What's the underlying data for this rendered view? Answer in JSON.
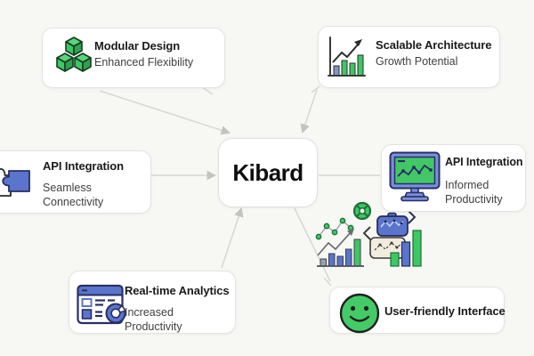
{
  "center_node": {
    "label": "Kibard"
  },
  "cards": [
    {
      "key": "modular-design",
      "title": "Modular Design",
      "subtitle": "Enhanced Flexibility",
      "icon": "cubes-icon"
    },
    {
      "key": "scalable-architecture",
      "title": "Scalable Architecture",
      "subtitle": "Growth Potential",
      "icon": "growth-bar-chart-icon"
    },
    {
      "key": "api-integration-left",
      "title": "API Integration",
      "subtitle": "Seamless Connectivity",
      "icon": "puzzle-pieces-icon"
    },
    {
      "key": "api-integration-right",
      "title": "API Integration",
      "subtitle": "Informed Productivity",
      "icon": "monitor-line-chart-icon"
    },
    {
      "key": "real-time-analytics",
      "title": "Real-time Analytics",
      "subtitle": "Increased Productivity",
      "icon": "dashboard-donut-icon"
    },
    {
      "key": "user-friendly-interface",
      "title": "User-friendly Interface",
      "subtitle": "",
      "icon": "smiley-face-icon"
    }
  ],
  "edges": [
    {
      "from": "modular-design",
      "to": "kibard",
      "arrow": true
    },
    {
      "from": "scalable-architecture",
      "to": "kibard",
      "arrow": true
    },
    {
      "from": "api-integration-left",
      "to": "kibard",
      "arrow": true
    },
    {
      "from": "kibard",
      "to": "api-integration-right",
      "arrow": false
    },
    {
      "from": "real-time-analytics",
      "to": "kibard",
      "arrow": true
    },
    {
      "from": "kibard",
      "to": "user-friendly-interface",
      "arrow": false
    }
  ],
  "decor_icons": [
    "gear-icon",
    "scatter-plot-icon",
    "rising-bar-chart-icon",
    "chat-bubble-line-chart-icon",
    "chat-bubble-dotted-chart-icon",
    "bar-group-icon"
  ],
  "colors": {
    "background": "#f7f7f4",
    "card_border": "#e4e4e0",
    "connector": "#d6d6d2",
    "title_text": "#1a1a1a",
    "subtitle_text": "#404040",
    "green": "#3ec763",
    "green_dark": "#1c6f3b",
    "blue": "#5b74cc",
    "periwinkle": "#7b8fdd",
    "navy_outline": "#272f63",
    "beige": "#f2ecdf"
  }
}
